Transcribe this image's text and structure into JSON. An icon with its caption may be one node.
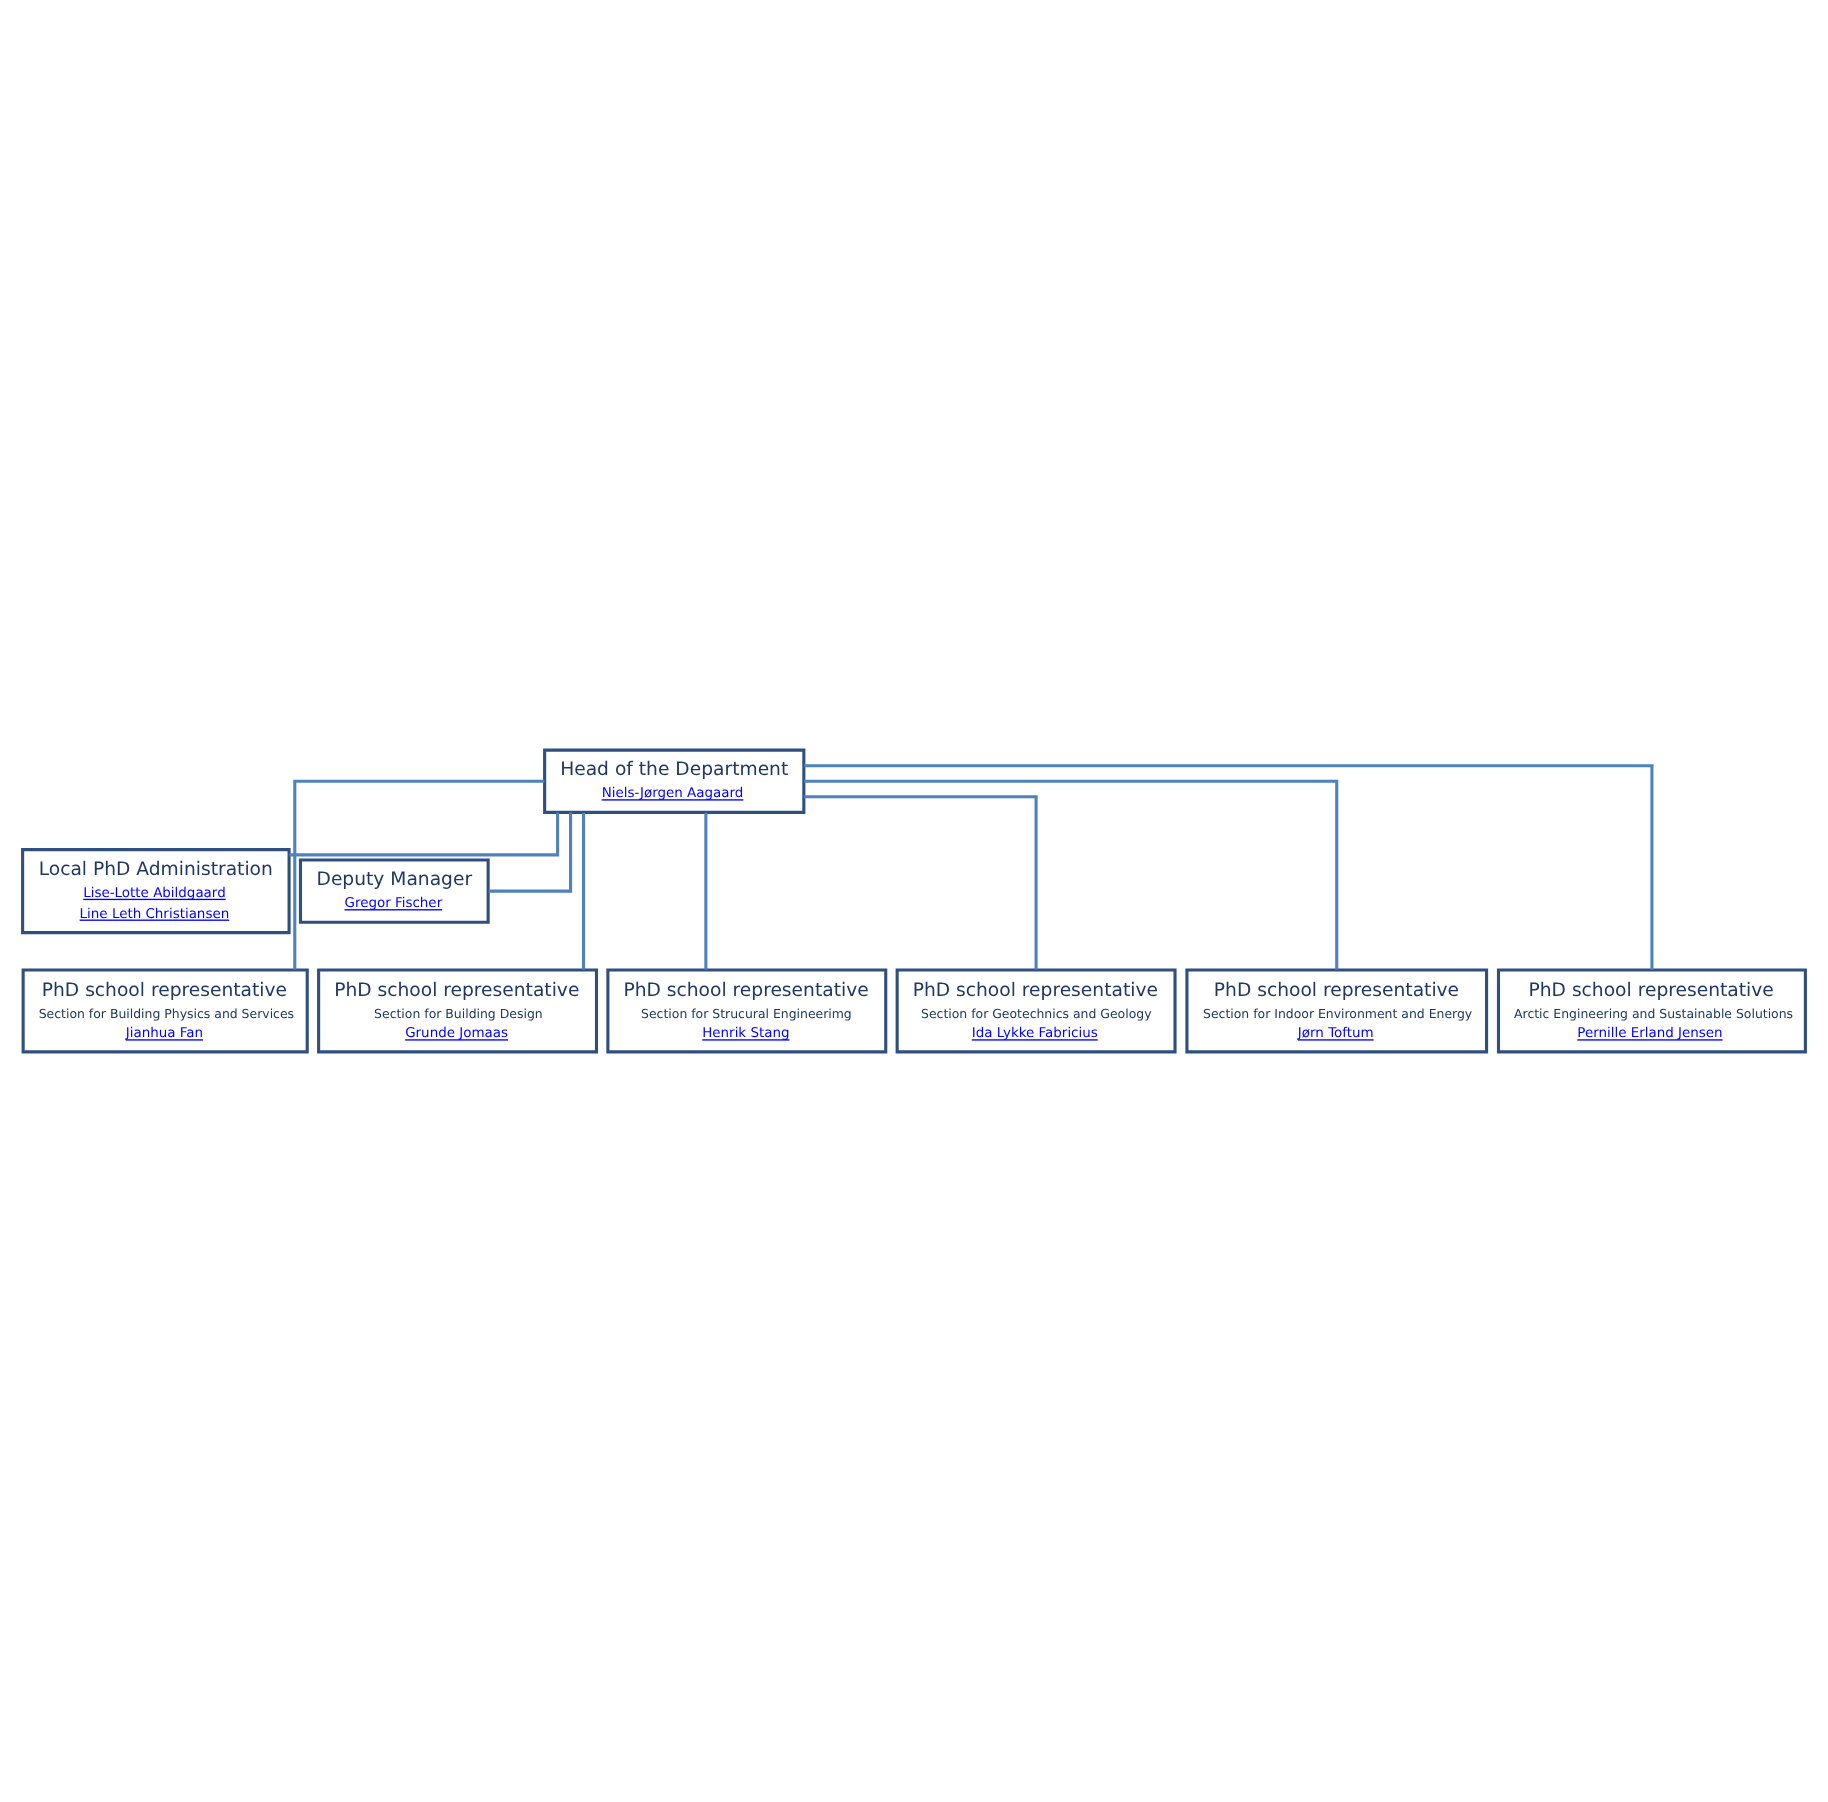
{
  "diagram": {
    "nodes": [
      {
        "text": [
          "Head of the Department",
          "Niels-Jørgen Aagaard"
        ]
      },
      {
        "text": [
          "Local PhD Administration",
          "Lise-Lotte Abildgaard",
          "Line Leth Christiansen"
        ]
      },
      {
        "text": [
          "Deputy Manager",
          "Gregor Fischer"
        ]
      },
      {
        "text": [
          "PhD school representative",
          "Section for Building Physics and Services",
          "Jianhua Fan"
        ]
      },
      {
        "text": [
          "PhD school representative",
          "Section for Building Design",
          "Grunde Jomaas"
        ]
      },
      {
        "text": [
          "PhD school representative",
          "Section for Strucural Engineerimg",
          "Henrik Stang"
        ]
      },
      {
        "text": [
          "PhD school representative",
          "Section for Geotechnics and Geology",
          "Ida Lykke Fabricius"
        ]
      },
      {
        "text": [
          "PhD school representative",
          "Section for Indoor Environment and Energy",
          "Jørn Toftum"
        ]
      },
      {
        "text": [
          "PhD school representative",
          "Arctic Engineering and Sustainable Solutions",
          "Pernille Erland Jensen"
        ]
      }
    ],
    "edges": [
      {
        "from": 0,
        "to": 1,
        "arrow": "none"
      },
      {
        "from": 0,
        "to": 2,
        "arrow": "none"
      },
      {
        "from": 0,
        "to": 3,
        "arrow": "none"
      },
      {
        "from": 0,
        "to": 4,
        "arrow": "none"
      },
      {
        "from": 0,
        "to": 5,
        "arrow": "none"
      },
      {
        "from": 0,
        "to": 6,
        "arrow": "none"
      },
      {
        "from": 0,
        "to": 7,
        "arrow": "none"
      },
      {
        "from": 0,
        "to": 8,
        "arrow": "none"
      }
    ]
  }
}
